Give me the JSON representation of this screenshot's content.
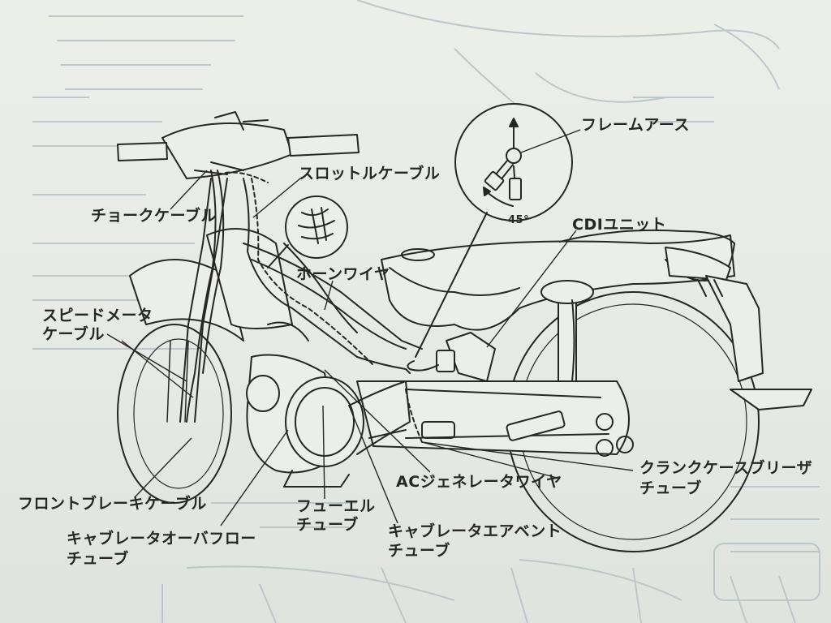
{
  "diagram": {
    "labels": {
      "throttle_cable": "スロットルケーブル",
      "choke_cable": "チョークケーブル",
      "horn_wire": "ホーンワイヤ",
      "speedometer_cable_line1": "スピードメータ",
      "speedometer_cable_line2": "ケーブル",
      "front_brake_cable": "フロントブレーキケーブル",
      "carb_overflow_tube_line1": "キャブレータオーバフロー",
      "carb_overflow_tube_line2": "チューブ",
      "fuel_tube_line1": "フューエル",
      "fuel_tube_line2": "チューブ",
      "carb_air_vent_tube_line1": "キャブレータエアベント",
      "carb_air_vent_tube_line2": "チューブ",
      "ac_generator_wire": "ACジェネレータワイヤ",
      "crankcase_breather_tube_line1": "クランクケースブリーザ",
      "crankcase_breather_tube_line2": "チューブ",
      "frame_earth": "フレームアース",
      "cdi_unit": "CDIユニット",
      "angle": "45°"
    },
    "colors": {
      "ink": "#262626",
      "faint_bleed": "#b9c3c6",
      "paper": "#eceee9"
    }
  }
}
